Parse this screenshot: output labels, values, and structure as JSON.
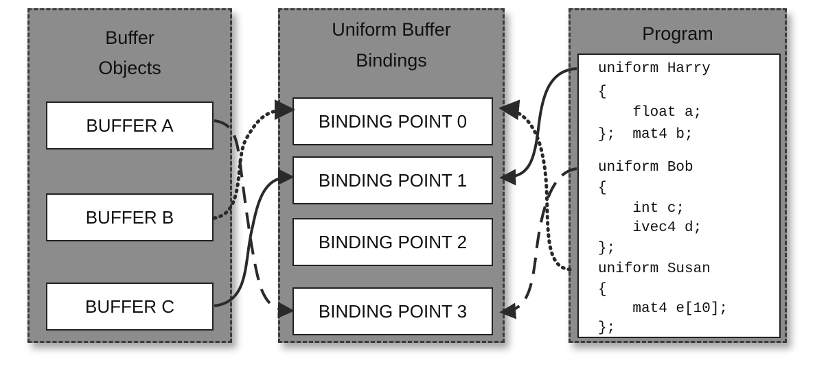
{
  "buffer_objects": {
    "title_lines": [
      "Buffer",
      "Objects"
    ],
    "buffers": [
      "BUFFER A",
      "BUFFER B",
      "BUFFER C"
    ]
  },
  "uniform_buffer_bindings": {
    "title_lines": [
      "Uniform Buffer",
      "Bindings"
    ],
    "binding_points": [
      "BINDING POINT 0",
      "BINDING POINT 1",
      "BINDING POINT 2",
      "BINDING POINT 3"
    ]
  },
  "program": {
    "title": "Program",
    "code_lines": [
      "uniform Harry",
      "{",
      "    float a;",
      "};  mat4 b;",
      "uniform Bob",
      "{",
      "    int c;",
      "    ivec4 d;",
      "};",
      "uniform Susan",
      "{",
      "    mat4 e[10];",
      "};"
    ]
  },
  "connections": [
    {
      "from": "BUFFER B",
      "to": "BINDING POINT 0",
      "style": "dotted"
    },
    {
      "from": "BUFFER C",
      "to": "BINDING POINT 1",
      "style": "solid"
    },
    {
      "from": "BUFFER A",
      "to": "BINDING POINT 3",
      "style": "dashed"
    },
    {
      "from": "uniform Harry",
      "to": "BINDING POINT 1",
      "style": "solid"
    },
    {
      "from": "uniform Susan",
      "to": "BINDING POINT 0",
      "style": "dotted"
    },
    {
      "from": "uniform Bob",
      "to": "BINDING POINT 3",
      "style": "dashed"
    }
  ],
  "colors": {
    "panel_fill": "#8c8c8c",
    "panel_border": "#3a3a3a",
    "box_fill": "#ffffff",
    "line": "#2a2a2a"
  }
}
